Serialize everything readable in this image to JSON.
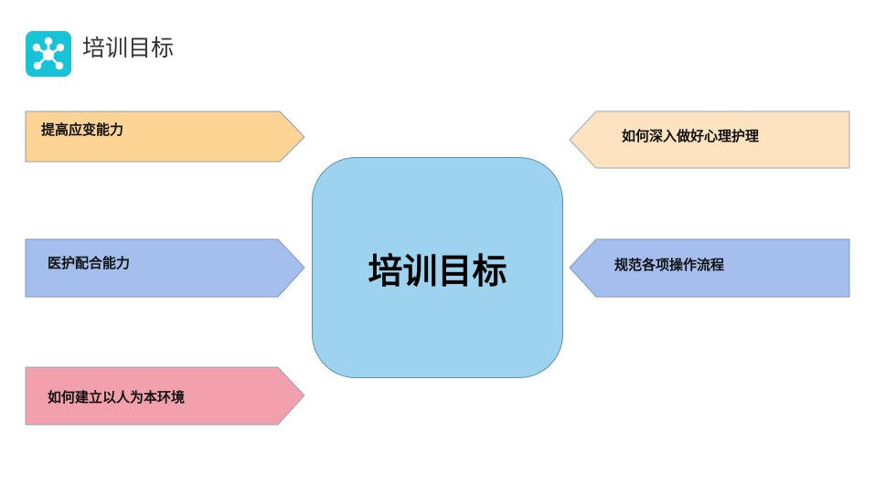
{
  "header": {
    "title": "培训目标",
    "icon": "network-nodes-icon",
    "icon_color": "#17c3d6"
  },
  "center": {
    "label": "培训目标",
    "fill": "#9dd3ef"
  },
  "left_goals": [
    {
      "label": "提高应变能力",
      "fill": "#fdd494"
    },
    {
      "label": "医护配合能力",
      "fill": "#a4bfee"
    },
    {
      "label": "如何建立以人为本环境",
      "fill": "#f2a0ab"
    }
  ],
  "right_goals": [
    {
      "label": "如何深入做好心理护理",
      "fill": "#fde3bf"
    },
    {
      "label": "规范各项操作流程",
      "fill": "#a4bfee"
    }
  ]
}
